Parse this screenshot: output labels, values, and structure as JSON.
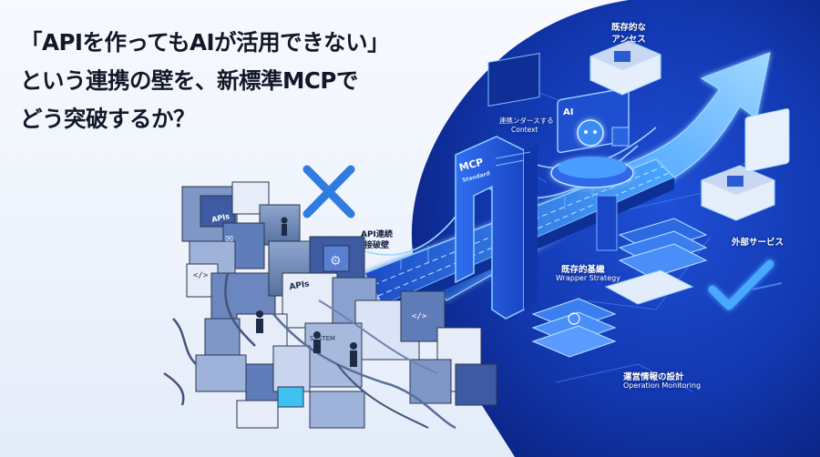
{
  "headline": {
    "line1": "「APIを作ってもAIが活用できない」",
    "line2": "という連携の壁を、新標準MCPで",
    "line3": "どう突破するか？"
  },
  "labels": {
    "existing_access": "既存的な\nアンセス",
    "existing_access_l1": "既存的な",
    "existing_access_l2": "アンセス",
    "context_ja": "連携ンダースする",
    "context_en": "Context",
    "ai_badge": "AI",
    "mcp_main": "MCP",
    "mcp_sub": "Standard",
    "api_wall_l1": "API連続",
    "api_wall_l2": "接破壁",
    "external_services": "外部サービス",
    "wrapper_ja": "既存的基織",
    "wrapper_en": "Wrapper Strategy",
    "ops_ja": "運営情報の設計",
    "ops_en": "Operation Monitoring",
    "apis_1": "APIs",
    "apis_2": "APIs",
    "system": "SYSTEM"
  },
  "colors": {
    "deep_blue": "#0b2a8a",
    "glow": "#5fb8ff",
    "cross": "#2f7be0",
    "check": "#3fa2ff"
  },
  "icons": [
    "cross-icon",
    "checkmark-icon",
    "arrow-up-icon",
    "chip-icon",
    "code-icon",
    "gear-icon",
    "mail-icon"
  ]
}
